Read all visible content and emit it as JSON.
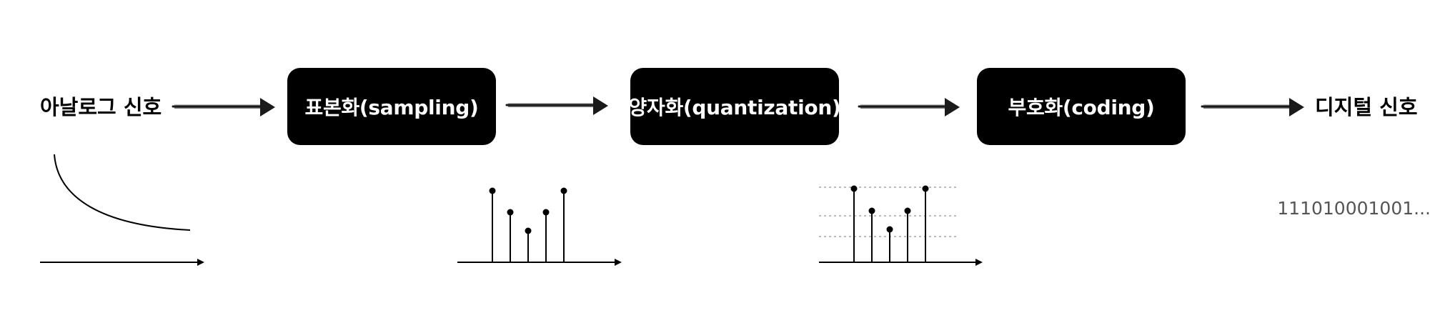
{
  "input_label": "아날로그 신호",
  "output_label": "디지털 신호",
  "stages": [
    {
      "label": "표본화(sampling)"
    },
    {
      "label": "양자화(quantization)"
    },
    {
      "label": "부호화(coding)"
    }
  ],
  "bitstream": "111010001001...",
  "colors": {
    "box_fill": "#000000",
    "box_text": "#ffffff",
    "arrow": "#1a1a1a",
    "quantization_level_line": "#bbbbbb",
    "bitstream_text": "#555555"
  },
  "icons": {
    "flow_arrow": "arrow-right",
    "axis": "axis-arrow-right",
    "sample_marker": "stem-dot"
  }
}
